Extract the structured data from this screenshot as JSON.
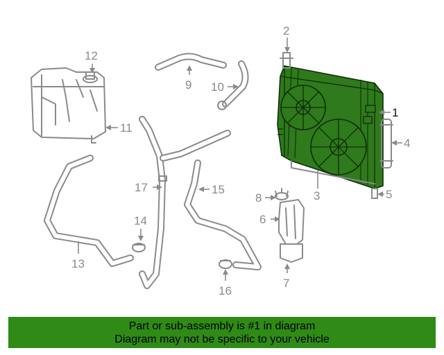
{
  "callouts": {
    "c1": "1",
    "c2": "2",
    "c3": "3",
    "c4": "4",
    "c5": "5",
    "c6": "6",
    "c7": "7",
    "c8": "8",
    "c9": "9",
    "c10": "10",
    "c11": "11",
    "c12": "12",
    "c13": "13",
    "c14": "14",
    "c15": "15",
    "c16": "16",
    "c17": "17"
  },
  "highlight": {
    "part": "1",
    "color": "#2f7a1c"
  },
  "footer": {
    "line1": "Part or sub-assembly is #1 in diagram",
    "line2": "Diagram may not be specific to your vehicle",
    "background": "#2f8b16"
  }
}
